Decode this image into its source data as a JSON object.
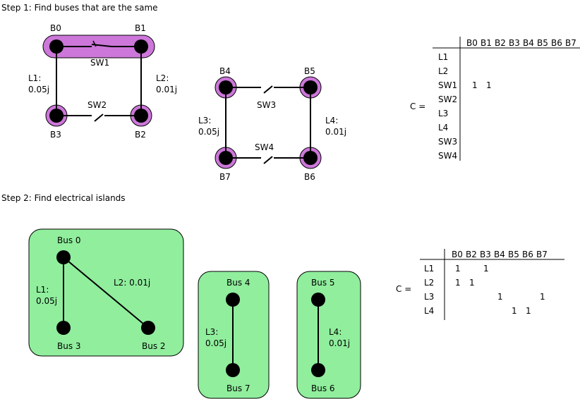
{
  "colors": {
    "highlight": "#cc77d9",
    "island_fill": "#90ee9d",
    "line": "#000000"
  },
  "step1": {
    "title": "Step 1: Find buses that are the same",
    "buses": {
      "b0": "B0",
      "b1": "B1",
      "b2": "B2",
      "b3": "B3",
      "b4": "B4",
      "b5": "B5",
      "b6": "B6",
      "b7": "B7"
    },
    "lines": {
      "l1_name": "L1:",
      "l1_value": "0.05j",
      "l2_name": "L2:",
      "l2_value": "0.01j",
      "l3_name": "L3:",
      "l3_value": "0.05j",
      "l4_name": "L4:",
      "l4_value": "0.01j"
    },
    "switches": {
      "sw1": "SW1",
      "sw2": "SW2",
      "sw3": "SW3",
      "sw4": "SW4"
    },
    "matrix": {
      "label": "C =",
      "columns": [
        "B0",
        "B1",
        "B2",
        "B3",
        "B4",
        "B5",
        "B6",
        "B7"
      ],
      "rows": [
        "L1",
        "L2",
        "SW1",
        "SW2",
        "L3",
        "L4",
        "SW3",
        "SW4"
      ],
      "cells": [
        [
          "",
          "",
          "",
          "",
          "",
          "",
          "",
          ""
        ],
        [
          "",
          "",
          "",
          "",
          "",
          "",
          "",
          ""
        ],
        [
          "1",
          "1",
          "",
          "",
          "",
          "",
          "",
          ""
        ],
        [
          "",
          "",
          "",
          "",
          "",
          "",
          "",
          ""
        ],
        [
          "",
          "",
          "",
          "",
          "",
          "",
          "",
          ""
        ],
        [
          "",
          "",
          "",
          "",
          "",
          "",
          "",
          ""
        ],
        [
          "",
          "",
          "",
          "",
          "",
          "",
          "",
          ""
        ],
        [
          "",
          "",
          "",
          "",
          "",
          "",
          "",
          ""
        ]
      ]
    }
  },
  "step2": {
    "title": "Step 2: Find electrical islands",
    "buses": {
      "bus0": "Bus 0",
      "bus2": "Bus 2",
      "bus3": "Bus 3",
      "bus4": "Bus 4",
      "bus7": "Bus 7",
      "bus5": "Bus 5",
      "bus6": "Bus 6"
    },
    "lines": {
      "l1_name": "L1:",
      "l1_value": "0.05j",
      "l2_label": "L2: 0.01j",
      "l3_name": "L3:",
      "l3_value": "0.05j",
      "l4_name": "L4:",
      "l4_value": "0.01j"
    },
    "matrix": {
      "label": "C =",
      "columns": [
        "B0",
        "B2",
        "B3",
        "B4",
        "B5",
        "B6",
        "B7"
      ],
      "rows": [
        "L1",
        "L2",
        "L3",
        "L4"
      ],
      "cells": [
        [
          "1",
          "",
          "1",
          "",
          "",
          "",
          ""
        ],
        [
          "1",
          "1",
          "",
          "",
          "",
          "",
          ""
        ],
        [
          "",
          "",
          "",
          "1",
          "",
          "",
          "1"
        ],
        [
          "",
          "",
          "",
          "",
          "1",
          "1",
          ""
        ]
      ]
    }
  }
}
